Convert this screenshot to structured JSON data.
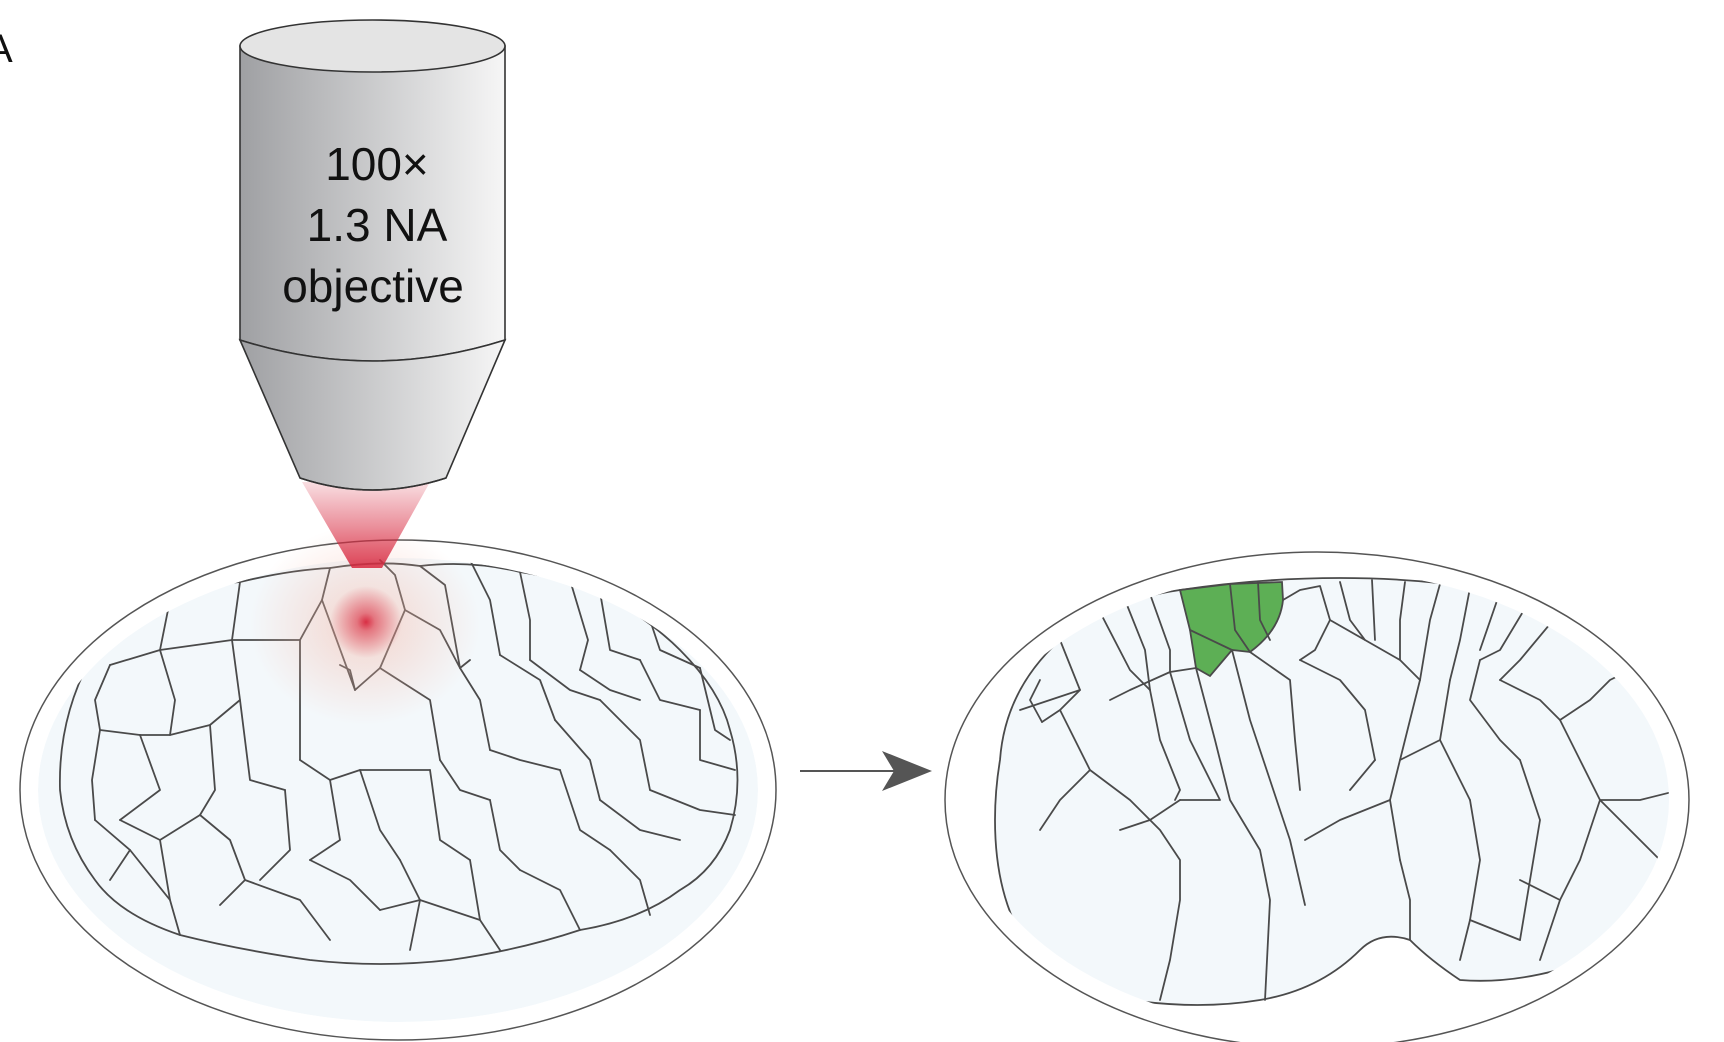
{
  "panel_label": "A",
  "objective": {
    "magnification": "100×",
    "numerical_aperture": "1.3 NA",
    "type": "objective"
  },
  "colors": {
    "cell_fill": "#f3f8fb",
    "cell_stroke": "#4a4a4a",
    "objective_dark": "#9fa0a3",
    "objective_light": "#f6f6f6",
    "laser_red": "#d7263d",
    "labelled_cells_green": "#5daf55",
    "arrow": "#555555"
  }
}
